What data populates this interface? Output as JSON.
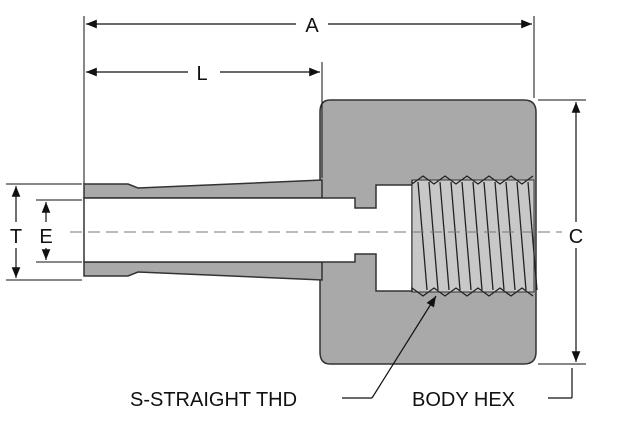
{
  "labels": {
    "dim_a": "A",
    "dim_l": "L",
    "dim_c": "C",
    "dim_t": "T",
    "dim_e": "E",
    "callout_thread": "S-STRAIGHT THD",
    "callout_hex": "BODY HEX"
  },
  "colors": {
    "body_fill": "#a9a9a9",
    "outline": "#333333",
    "thread": "#222222",
    "dim_line": "#111111",
    "centerline": "#777777"
  }
}
